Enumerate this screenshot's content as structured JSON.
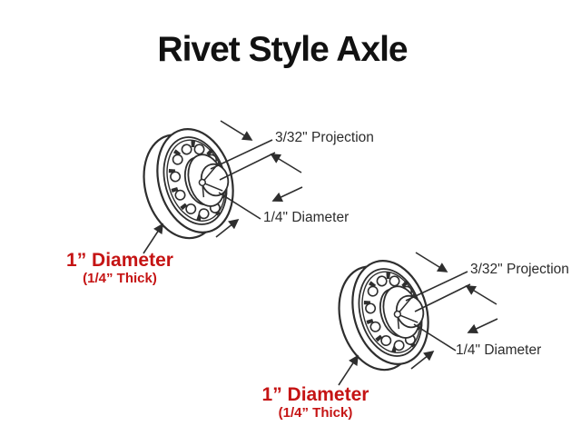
{
  "title": "Rivet Style Axle",
  "colors": {
    "background": "#ffffff",
    "line": "#2e2e2e",
    "accent_red": "#c51414"
  },
  "diagrams": [
    {
      "name": "rivet-axle-roller-upper-left",
      "labels": {
        "projection": "3/32\" Projection",
        "axle_diameter": "1/4\" Diameter",
        "wheel_diameter": "1” Diameter",
        "wheel_thickness": "(1/4” Thick)"
      }
    },
    {
      "name": "rivet-axle-roller-lower-right",
      "labels": {
        "projection": "3/32\" Projection",
        "axle_diameter": "1/4\" Diameter",
        "wheel_diameter": "1” Diameter",
        "wheel_thickness": "(1/4” Thick)"
      }
    }
  ]
}
